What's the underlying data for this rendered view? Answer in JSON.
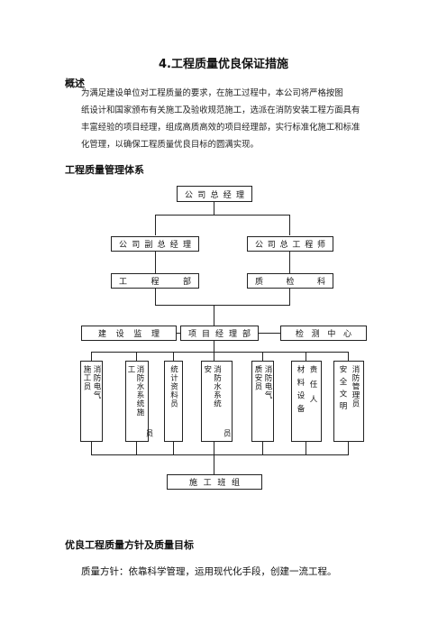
{
  "doc": {
    "title": "4.工程质量优良保证措施",
    "overview_heading": "概述",
    "overview_lines": [
      "为满足建设单位对工程质量的要求，在施工过程中，本公司将严格按图",
      "纸设计和国家颁布有关施工及验收规范施工，选派在消防安装工程方面具有",
      "丰富经验的项目经理，组成高质高效的项目经理部，实行标准化施工和标准",
      "化管理，以确保工程质量优良目标的圆满实现。"
    ],
    "system_heading": "工程质量管理体系",
    "policy_heading": "优良工程质量方针及质量目标",
    "policy_line": "质量方针：依靠科学管理，运用现代化手段，创建一流工程。"
  },
  "org": {
    "gm": [
      "公",
      "司",
      "总",
      "经",
      "理"
    ],
    "vgm": [
      "公",
      "司",
      "副",
      "总",
      "经",
      "理"
    ],
    "ce": [
      "公",
      "司",
      "总",
      "工",
      "程",
      "师"
    ],
    "eng": [
      "工",
      "程",
      "部"
    ],
    "qc": [
      "质",
      "检",
      "科"
    ],
    "sup": [
      "建",
      "设",
      "监",
      "理"
    ],
    "pm": [
      "项",
      "目",
      "经",
      "理",
      "部"
    ],
    "test": [
      "检",
      "测",
      "中",
      "心"
    ],
    "team": [
      "施",
      "工",
      "班",
      "组"
    ],
    "staff": [
      [
        "施工员",
        "消防电气"
      ],
      [
        "工",
        "消防水系统施",
        "员"
      ],
      [
        "统计资料员"
      ],
      [
        "安",
        "消防水系统",
        "员"
      ],
      [
        "质安员",
        "消防电气"
      ],
      [
        "材料设备",
        "责任人"
      ],
      [
        "安全文明",
        "消防管理员"
      ]
    ]
  }
}
